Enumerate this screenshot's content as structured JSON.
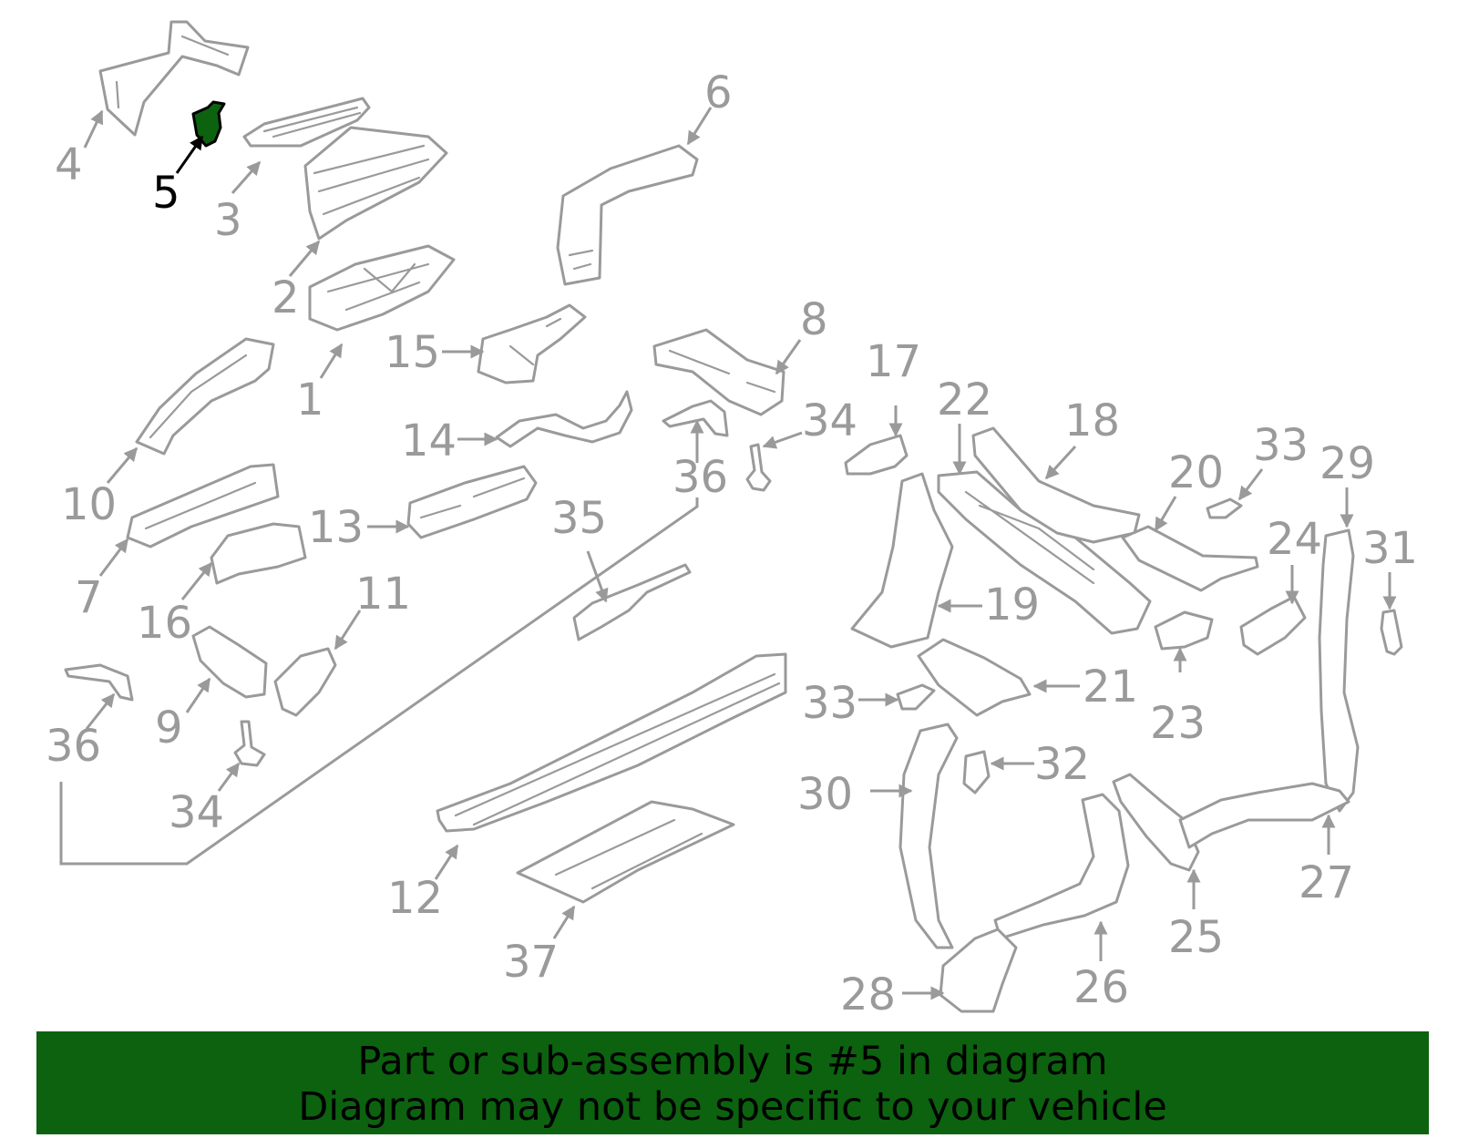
{
  "diagram": {
    "highlight_color": "#0c620f",
    "part_stroke_color": "#9a9a9a",
    "selected_part": "5",
    "callouts": [
      "1",
      "2",
      "3",
      "4",
      "5",
      "6",
      "7",
      "8",
      "9",
      "10",
      "11",
      "12",
      "13",
      "14",
      "15",
      "16",
      "17",
      "18",
      "19",
      "20",
      "21",
      "22",
      "23",
      "24",
      "25",
      "26",
      "27",
      "28",
      "29",
      "30",
      "31",
      "32",
      "33",
      "33",
      "34",
      "34",
      "35",
      "36",
      "36",
      "37"
    ]
  },
  "banner": {
    "line1": "Part or sub-assembly is #5 in diagram",
    "line2": "Diagram may not be specific to your vehicle",
    "background": "#0c620f"
  }
}
